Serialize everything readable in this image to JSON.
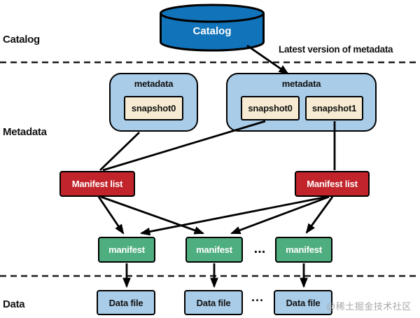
{
  "layers": {
    "catalog_label": "Catalog",
    "metadata_label": "Metadata",
    "data_label": "Data"
  },
  "catalog": {
    "label": "Catalog"
  },
  "annotation": "Latest version of metadata",
  "metadata_left": {
    "title": "metadata",
    "snapshots": [
      "snapshot0"
    ]
  },
  "metadata_right": {
    "title": "metadata",
    "snapshots": [
      "snapshot0",
      "snapshot1"
    ]
  },
  "manifest_lists": [
    "Manifest list",
    "Manifest list"
  ],
  "manifests": [
    "manifest",
    "manifest",
    "manifest"
  ],
  "data_files": [
    "Data file",
    "Data file",
    "Data file"
  ],
  "ellipsis_manifest": "...",
  "ellipsis_data": "···",
  "watermark": "@稀土掘金技术社区",
  "colors": {
    "catalog_blue": "#1173b9",
    "light_blue": "#a9cce8",
    "snapshot_cream": "#f6ebd2",
    "manifest_list_red": "#c2242b",
    "manifest_green": "#4fae7f",
    "line_black": "#000000"
  }
}
